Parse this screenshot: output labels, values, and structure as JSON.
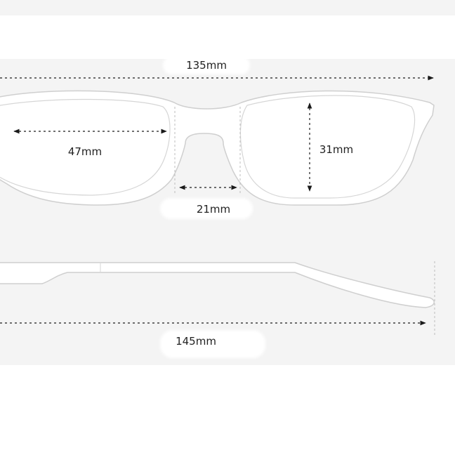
{
  "dimensions": {
    "frame_width": "135mm",
    "lens_width": "47mm",
    "lens_height": "31mm",
    "bridge_width": "21mm",
    "temple_length": "145mm"
  },
  "colors": {
    "background": "#f4f4f4",
    "frame_fill": "#ffffff",
    "frame_outline": "#cfcfcf",
    "dimension_line": "#1a1a1a",
    "guide_line": "#bdbdbd",
    "text": "#222222"
  }
}
